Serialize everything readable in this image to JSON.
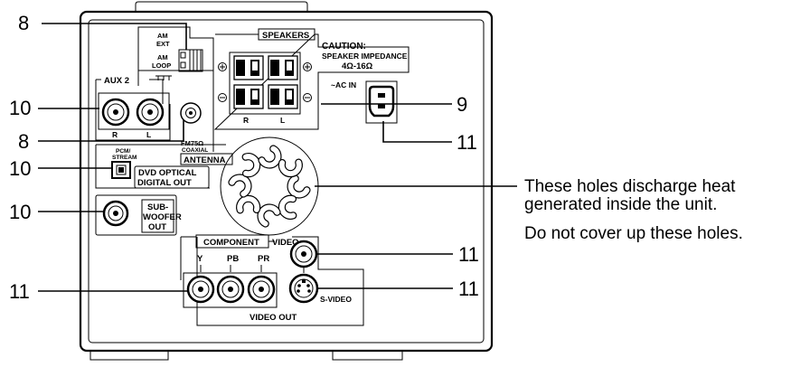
{
  "callouts": {
    "c8_top": "8",
    "c10_aux": "10",
    "c8_coax": "8",
    "c10_optical": "10",
    "c10_sub": "10",
    "c11_component": "11",
    "c9_speakers": "9",
    "c11_ac": "11",
    "c11_video": "11",
    "c11_svideo": "11"
  },
  "panel": {
    "am_ext": "AM",
    "am_ext2": "EXT",
    "am_loop": "AM",
    "am_loop2": "LOOP",
    "aux2": "AUX 2",
    "aux_r": "R",
    "aux_l": "L",
    "fm": "FM75Ω",
    "coaxial": "COAXIAL",
    "antenna": "ANTENNA",
    "pcm": "PCM/",
    "stream": "STREAM",
    "dvd_optical": "DVD OPTICAL",
    "digital_out": "DIGITAL OUT",
    "sub": "SUB-",
    "woofer": "WOOFER",
    "out": "OUT",
    "speakers": "SPEAKERS",
    "caution": "CAUTION:",
    "speaker_impedance": "SPEAKER IMPEDANCE",
    "impedance_value": "4Ω-16Ω",
    "sp_r": "R",
    "sp_l": "L",
    "ac_in": "~AC IN",
    "component": "COMPONENT",
    "y": "Y",
    "pb": "PB",
    "pr": "PR",
    "video": "VIDEO",
    "s_video": "S-VIDEO",
    "video_out": "VIDEO  OUT"
  },
  "note": {
    "line1": "These holes discharge heat",
    "line2": "generated inside the unit.",
    "line3": "Do not cover up these holes."
  }
}
